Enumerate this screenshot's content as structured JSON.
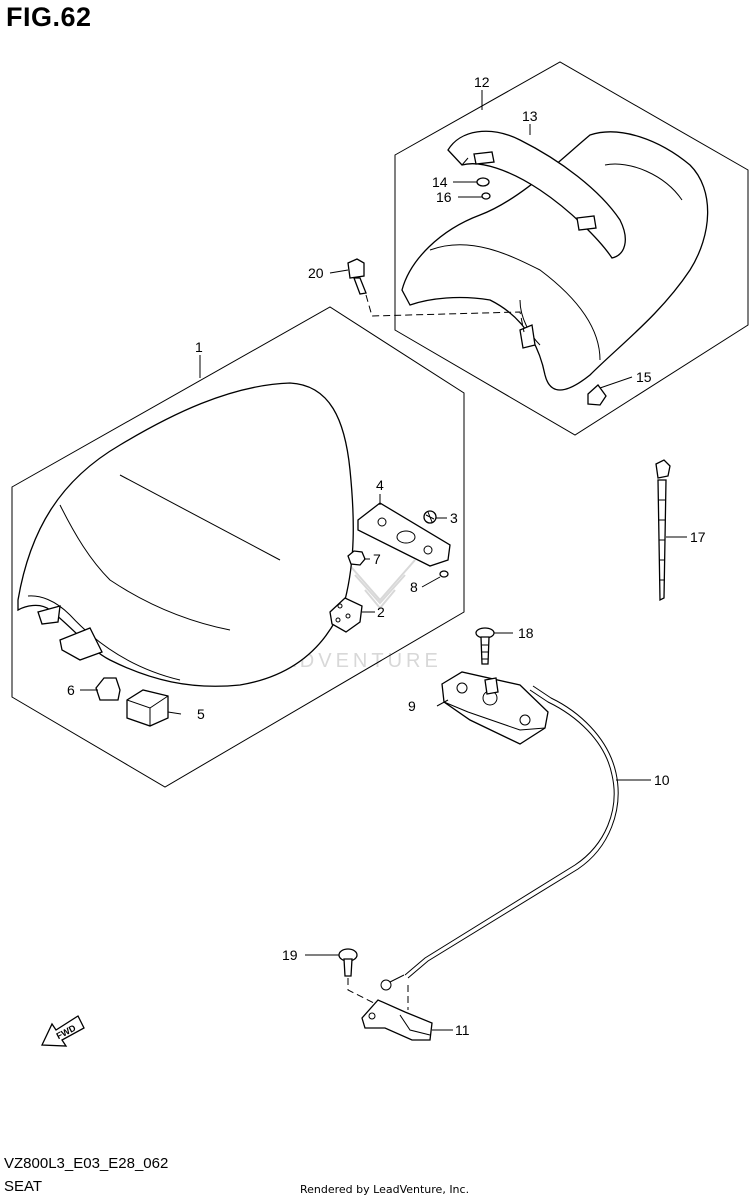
{
  "figure": {
    "title": "FIG.62",
    "model_code": "VZ800L3_E03_E28_062",
    "section_name": "SEAT",
    "rendered_by": "Rendered by LeadVenture, Inc.",
    "watermark": "LEADVENTURE",
    "fwd_label": "FWD"
  },
  "callouts": [
    {
      "part": "1"
    },
    {
      "part": "2"
    },
    {
      "part": "3"
    },
    {
      "part": "4"
    },
    {
      "part": "5"
    },
    {
      "part": "6"
    },
    {
      "part": "7"
    },
    {
      "part": "8"
    },
    {
      "part": "9"
    },
    {
      "part": "10"
    },
    {
      "part": "11"
    },
    {
      "part": "12"
    },
    {
      "part": "13"
    },
    {
      "part": "14"
    },
    {
      "part": "15"
    },
    {
      "part": "16"
    },
    {
      "part": "17"
    },
    {
      "part": "18"
    },
    {
      "part": "19"
    },
    {
      "part": "20"
    }
  ],
  "colors": {
    "line": "#000000",
    "background": "#ffffff",
    "watermark": "#d8d8d8"
  }
}
